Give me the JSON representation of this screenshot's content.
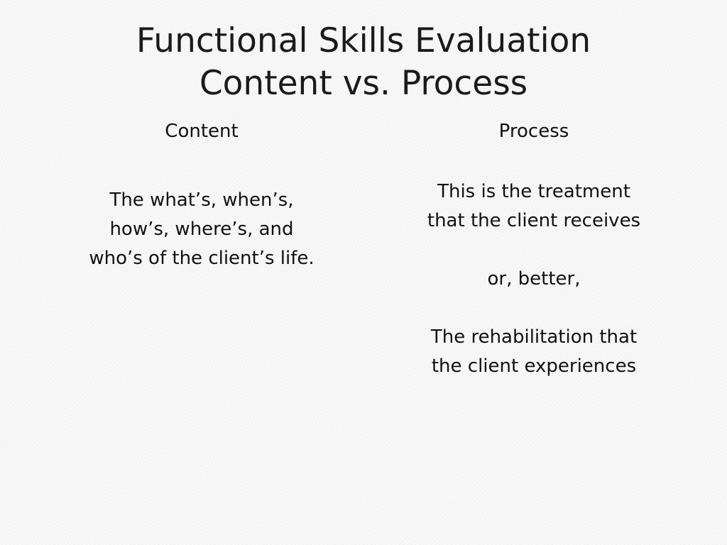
{
  "title": {
    "line1": "Functional Skills Evaluation",
    "line2": "Content vs. Process"
  },
  "left_column": {
    "heading": "Content",
    "paragraph": [
      "The what’s, when’s,",
      "how’s, where’s, and",
      "who’s of the client’s life."
    ]
  },
  "right_column": {
    "heading": "Process",
    "paragraph1": [
      "This is the treatment",
      "that the client receives"
    ],
    "paragraph2": "or, better,",
    "paragraph3": [
      "The rehabilitation that",
      "the client experiences"
    ]
  }
}
